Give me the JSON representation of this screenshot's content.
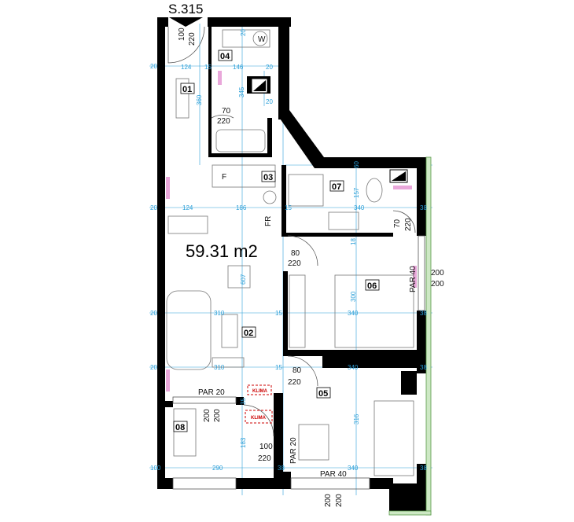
{
  "title": "S.315",
  "area": "59.31 m2",
  "rooms": {
    "r01": "01",
    "r02": "02",
    "r03": "03",
    "r04": "04",
    "r05": "05",
    "r06": "06",
    "r07": "07",
    "r08": "08"
  },
  "doors": {
    "entry_w": "100",
    "entry_h": "220",
    "bath_w": "70",
    "bath_h": "220",
    "living_w": "80",
    "living_h": "220",
    "room05_w": "80",
    "room05_h": "220",
    "wc_w": "70",
    "wc_h": "220",
    "balcony_w": "100",
    "balcony_h": "220",
    "win06_w": "200",
    "win06_h": "200",
    "win08_w": "200",
    "win08_h": "200",
    "win05_w": "200",
    "win05_h": "200"
  },
  "labels": {
    "par40_a": "PAR 40",
    "par40_b": "PAR 40",
    "par20_a": "PAR 20",
    "par20_b": "PAR 20",
    "klima_a": "KLIMA",
    "klima_b": "KLIMA",
    "fridge": "F",
    "fridge2": "FR",
    "washer": "W"
  },
  "dimensions": {
    "d_124_top": "124",
    "d_15_top": "15",
    "d_146": "146",
    "d_20_top": "20",
    "d_20_tl": "20",
    "d_100_v": "100",
    "d_20_v1": "20",
    "d_345": "345",
    "d_360": "360",
    "d_20_mid": "20",
    "d_124_mid": "124",
    "d_186": "186",
    "d_15_mid": "15",
    "d_340_mid": "340",
    "d_38_mid": "38",
    "d_157": "157",
    "d_60": "60",
    "d_18": "18",
    "d_607": "607",
    "d_300": "300",
    "d_20_lr": "20",
    "d_310_a": "310",
    "d_15_a": "15",
    "d_340_a": "340",
    "d_38_a": "38",
    "d_20_lr2": "20",
    "d_310_b": "310",
    "d_15_b": "15",
    "d_340_b": "340",
    "d_38_b": "38",
    "d_316": "316",
    "d_35": "35",
    "d_183": "183",
    "d_20_bot": "20",
    "d_290": "290",
    "d_38_bot": "38",
    "d_340_bot": "340",
    "d_38_bot2": "38"
  }
}
